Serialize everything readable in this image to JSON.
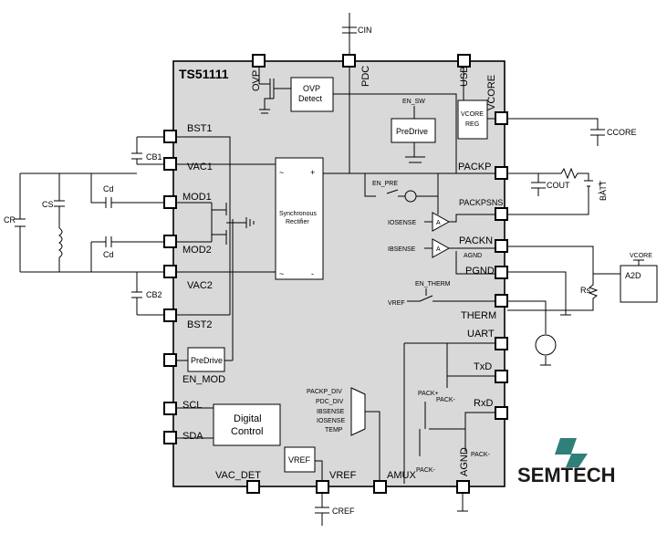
{
  "chip": {
    "name": "TS51111"
  },
  "top_pins": {
    "ovp": "OVP",
    "pdc": "PDC",
    "usb": "USB",
    "vcore": "VCORE"
  },
  "left_pins": {
    "bst1": "BST1",
    "vac1": "VAC1",
    "mod1": "MOD1",
    "mod2": "MOD2",
    "vac2": "VAC2",
    "bst2": "BST2",
    "en_mod": "EN_MOD",
    "scl": "SCL",
    "sda": "SDA"
  },
  "right_pins": {
    "packp": "PACKP",
    "packpsns": "PACKPSNS",
    "packn": "PACKN",
    "pgnd": "PGND",
    "therm": "THERM",
    "uart": "UART",
    "txd": "TxD",
    "rxd": "RxD"
  },
  "bottom_pins": {
    "vac_det": "VAC_DET",
    "vref": "VREF",
    "amux": "AMUX",
    "agnd": "AGND"
  },
  "blocks": {
    "ovp_detect": [
      "OVP",
      "Detect"
    ],
    "predrive_top": "PreDrive",
    "predrive_bottom": "PreDrive",
    "vcore_reg": [
      "VCORE",
      "REG"
    ],
    "rectifier": [
      "Synchronous",
      "Rectifier"
    ],
    "digital_control": [
      "Digital",
      "Control"
    ],
    "vref_block": "VREF",
    "a2d": "A2D",
    "a2d_vcore": "VCORE"
  },
  "signals": {
    "en_sw": "EN_SW",
    "en_pre": "EN_PRE",
    "en_therm": "EN_THERM",
    "iosense": "IOSENSE",
    "ibsense": "IBSENSE",
    "agnd_label": "AGND",
    "vref_label": "VREF",
    "pack_plus": "PACK+",
    "pack_minus_1": "PACK-",
    "pack_minus_2": "PACK-",
    "pack_minus_3": "PACK-",
    "rect_plus": "+",
    "rect_minus": "-",
    "rect_tilde_1": "~",
    "rect_tilde_2": "~",
    "amp_a1": "A",
    "amp_a2": "A"
  },
  "mux_inputs": [
    "PACKP_DIV",
    "PDC_DIV",
    "IBSENSE",
    "IOSENSE",
    "TEMP"
  ],
  "external": {
    "cin": "CIN",
    "ccore": "CCORE",
    "cout": "COUT",
    "cref": "CREF",
    "cb1": "CB1",
    "cb2": "CB2",
    "cs": "CS",
    "cr": "CR",
    "cd1": "Cd",
    "cd2": "Cd",
    "rs": "Rs",
    "batt": "BATT",
    "batt_plus": "+",
    "batt_minus": "-"
  },
  "logo": {
    "text": "SEMTECH",
    "brand_color": "#1a1a1a",
    "accent_color": "#2f7f7a"
  }
}
